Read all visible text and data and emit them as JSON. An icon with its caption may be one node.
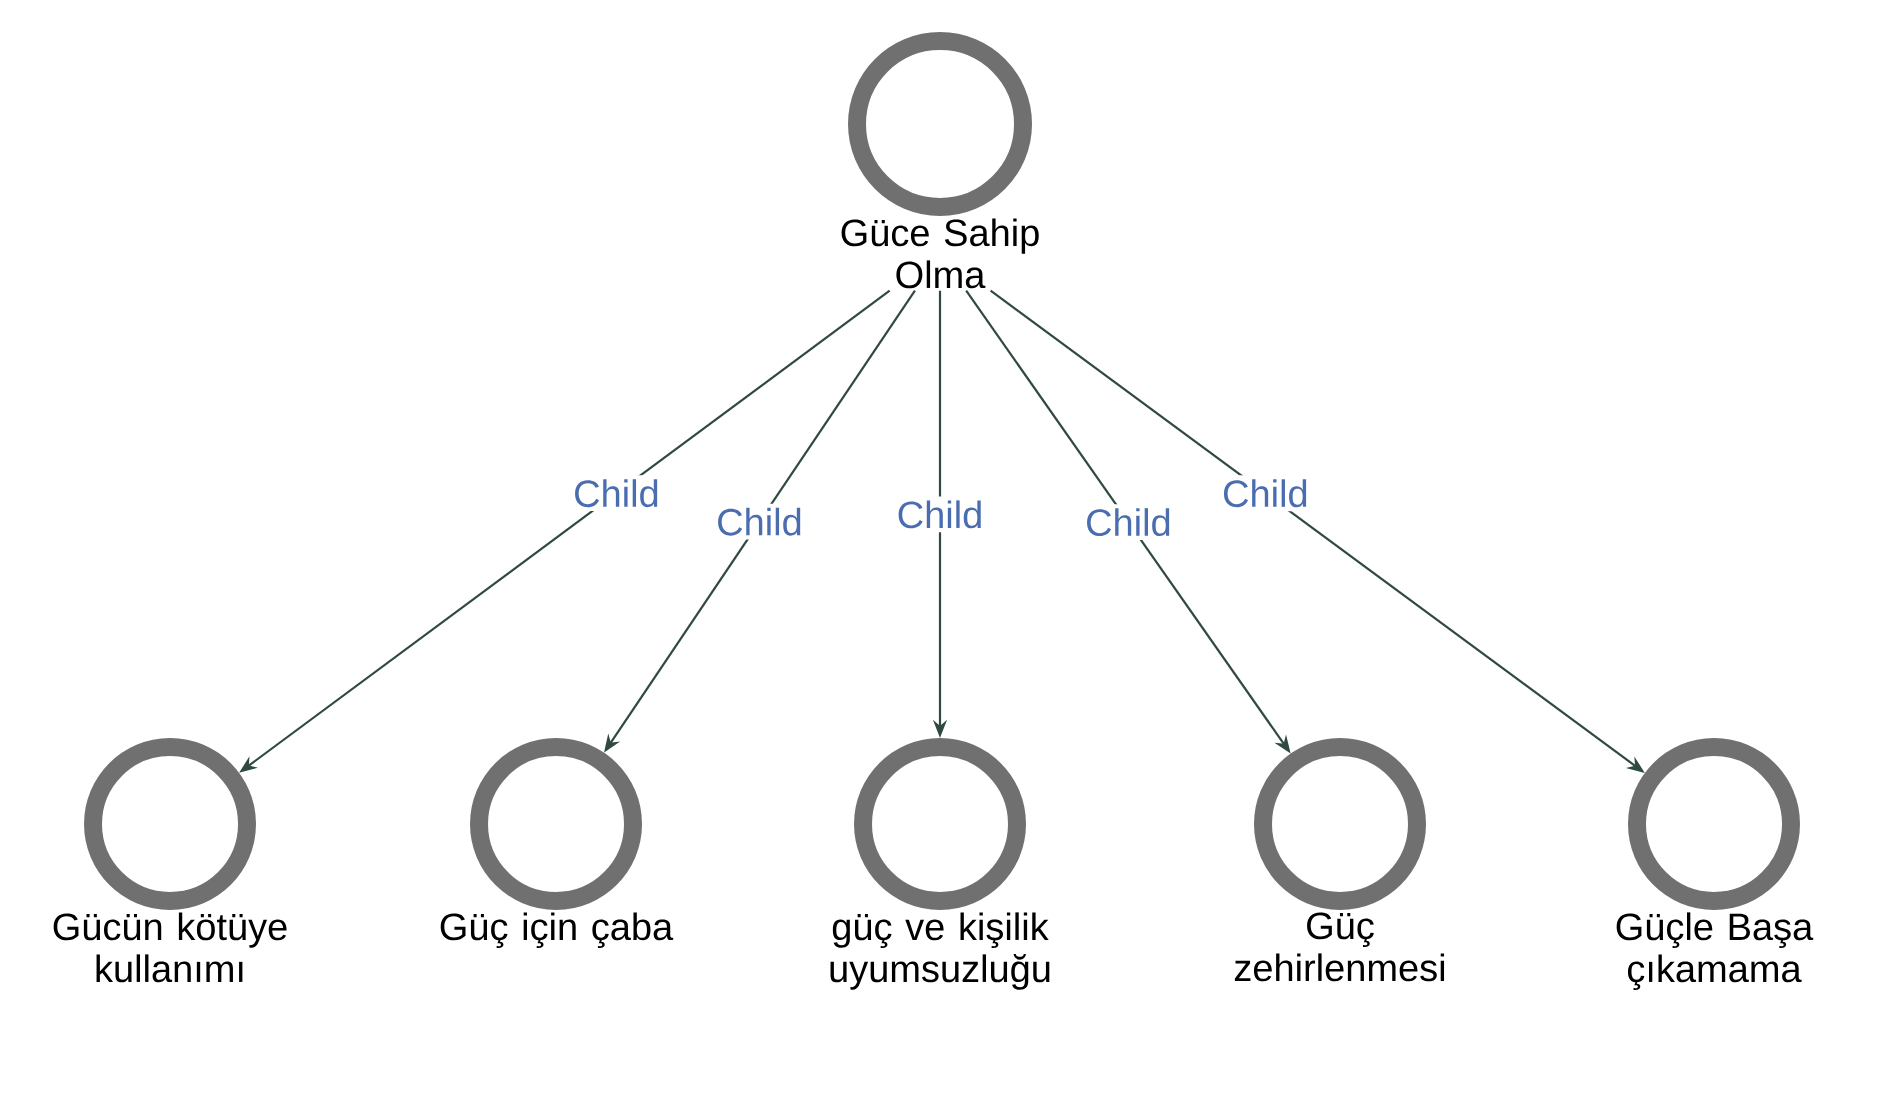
{
  "diagram": {
    "nodes": [
      {
        "text": [
          "Güce Sahip Olma"
        ]
      },
      {
        "text": [
          "Gücün kötüye kullanımı"
        ]
      },
      {
        "text": [
          "Güç için çaba"
        ]
      },
      {
        "text": [
          "güç ve kişilik uyumsuzluğu"
        ]
      },
      {
        "text": [
          "Güç zehirlenmesi"
        ]
      },
      {
        "text": [
          "Güçle Başa çıkamama"
        ]
      }
    ],
    "edges": [
      {
        "from": 0,
        "to": 1,
        "arrow": "to",
        "label": "Child"
      },
      {
        "from": 0,
        "to": 2,
        "arrow": "to",
        "label": "Child"
      },
      {
        "from": 0,
        "to": 3,
        "arrow": "to",
        "label": "Child"
      },
      {
        "from": 0,
        "to": 4,
        "arrow": "to",
        "label": "Child"
      },
      {
        "from": 0,
        "to": 5,
        "arrow": "to",
        "label": "Child"
      }
    ]
  }
}
